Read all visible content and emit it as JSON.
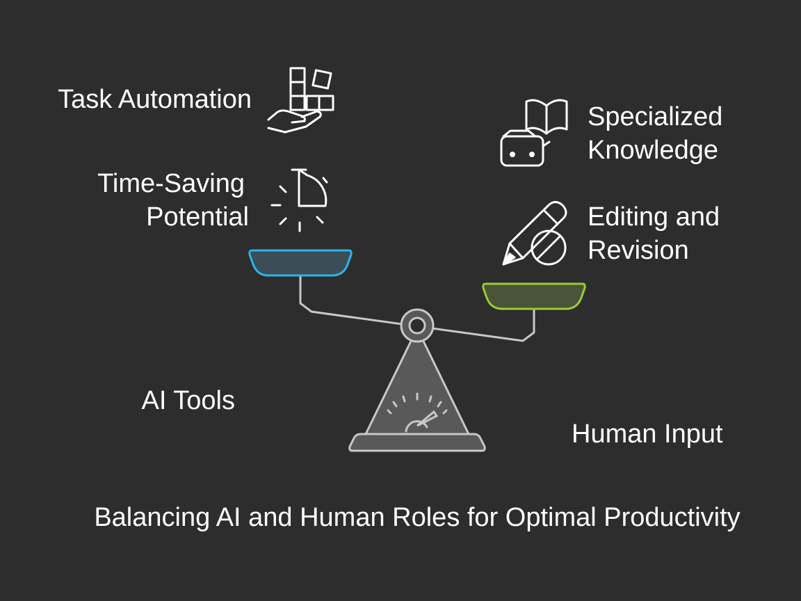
{
  "labels": {
    "task_automation": "Task Automation",
    "time_saving_1": "Time-Saving",
    "time_saving_2": "Potential",
    "specialized_1": "Specialized",
    "specialized_2": "Knowledge",
    "editing_1": "Editing and",
    "editing_2": "Revision",
    "ai_tools": "AI Tools",
    "human_input": "Human Input"
  },
  "title": "Balancing AI and Human Roles for Optimal Productivity",
  "colors": {
    "background": "#2d2d2d",
    "text": "#ffffff",
    "icon_stroke": "#ffffff",
    "scale_stroke": "#c8c8c8",
    "scale_fill": "#595959",
    "left_pan_stroke": "#29b6e8",
    "left_pan_fill": "#3c4d58",
    "right_pan_stroke": "#9acd32",
    "right_pan_fill": "#4a5438"
  },
  "icons": {
    "task_automation": "hand-with-blocks-icon",
    "time_saving": "stopwatch-icon",
    "specialized_knowledge": "robot-with-book-icon",
    "editing_revision": "pencil-with-prohibition-icon",
    "scale": "balance-scale-icon",
    "gauge": "gauge-icon"
  }
}
